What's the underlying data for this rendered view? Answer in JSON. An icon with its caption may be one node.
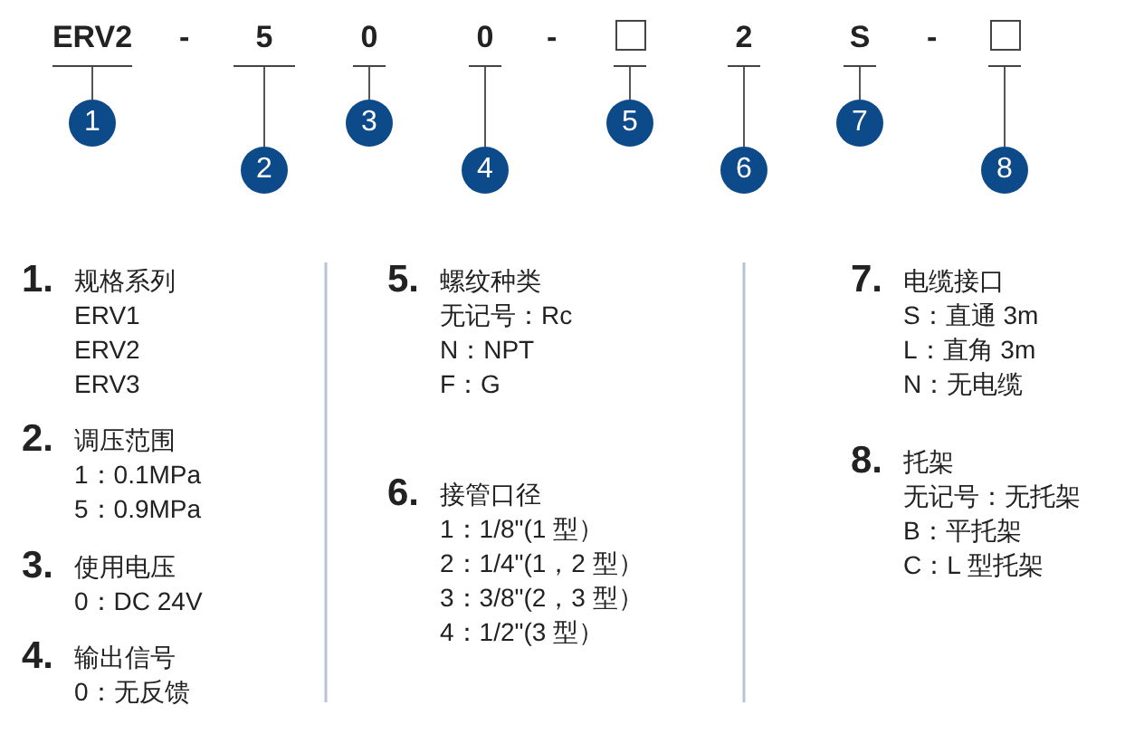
{
  "diagram": {
    "nodes": [
      {
        "text": [
          "ERV2"
        ]
      },
      {
        "text": [
          "5"
        ]
      },
      {
        "text": [
          "0"
        ]
      },
      {
        "text": [
          "0"
        ]
      },
      {
        "text": [],
        "shape": "box"
      },
      {
        "text": [
          "2"
        ]
      },
      {
        "text": [
          "S"
        ]
      },
      {
        "text": [],
        "shape": "box"
      },
      {
        "text": [
          "1"
        ]
      },
      {
        "text": [
          "2"
        ]
      },
      {
        "text": [
          "3"
        ]
      },
      {
        "text": [
          "4"
        ]
      },
      {
        "text": [
          "5"
        ]
      },
      {
        "text": [
          "6"
        ]
      },
      {
        "text": [
          "7"
        ]
      },
      {
        "text": [
          "8"
        ]
      }
    ],
    "edges": [
      {
        "from": 0,
        "to": 8,
        "arrow": "none"
      },
      {
        "from": 1,
        "to": 9,
        "arrow": "none"
      },
      {
        "from": 2,
        "to": 10,
        "arrow": "none"
      },
      {
        "from": 3,
        "to": 11,
        "arrow": "none"
      },
      {
        "from": 4,
        "to": 12,
        "arrow": "none"
      },
      {
        "from": 5,
        "to": 13,
        "arrow": "none"
      },
      {
        "from": 6,
        "to": 14,
        "arrow": "none"
      },
      {
        "from": 7,
        "to": 15,
        "arrow": "none"
      }
    ],
    "labels": [
      "-",
      "-",
      "-",
      "1.",
      "规格系列",
      "ERV1",
      "ERV2",
      "ERV3",
      "2.",
      "调压范围",
      "1：0.1MPa",
      "5：0.9MPa",
      "3.",
      "使用电压",
      "0：DC 24V",
      "4.",
      "输出信号",
      "0：无反馈",
      "5.",
      "螺纹种类",
      "无记号：Rc",
      "N：NPT",
      "F：G",
      "6.",
      "接管口径",
      "1：1/8\"(1 型）",
      "2：1/4\"(1，2 型）",
      "3：3/8\"(2，3 型）",
      "4：1/2\"(3 型）",
      "7.",
      "电缆接口",
      "S：直通 3m",
      "L：直角 3m",
      "N：无电缆",
      "8.",
      "托架",
      "无记号：无托架",
      "B：平托架",
      "C：L 型托架"
    ]
  }
}
